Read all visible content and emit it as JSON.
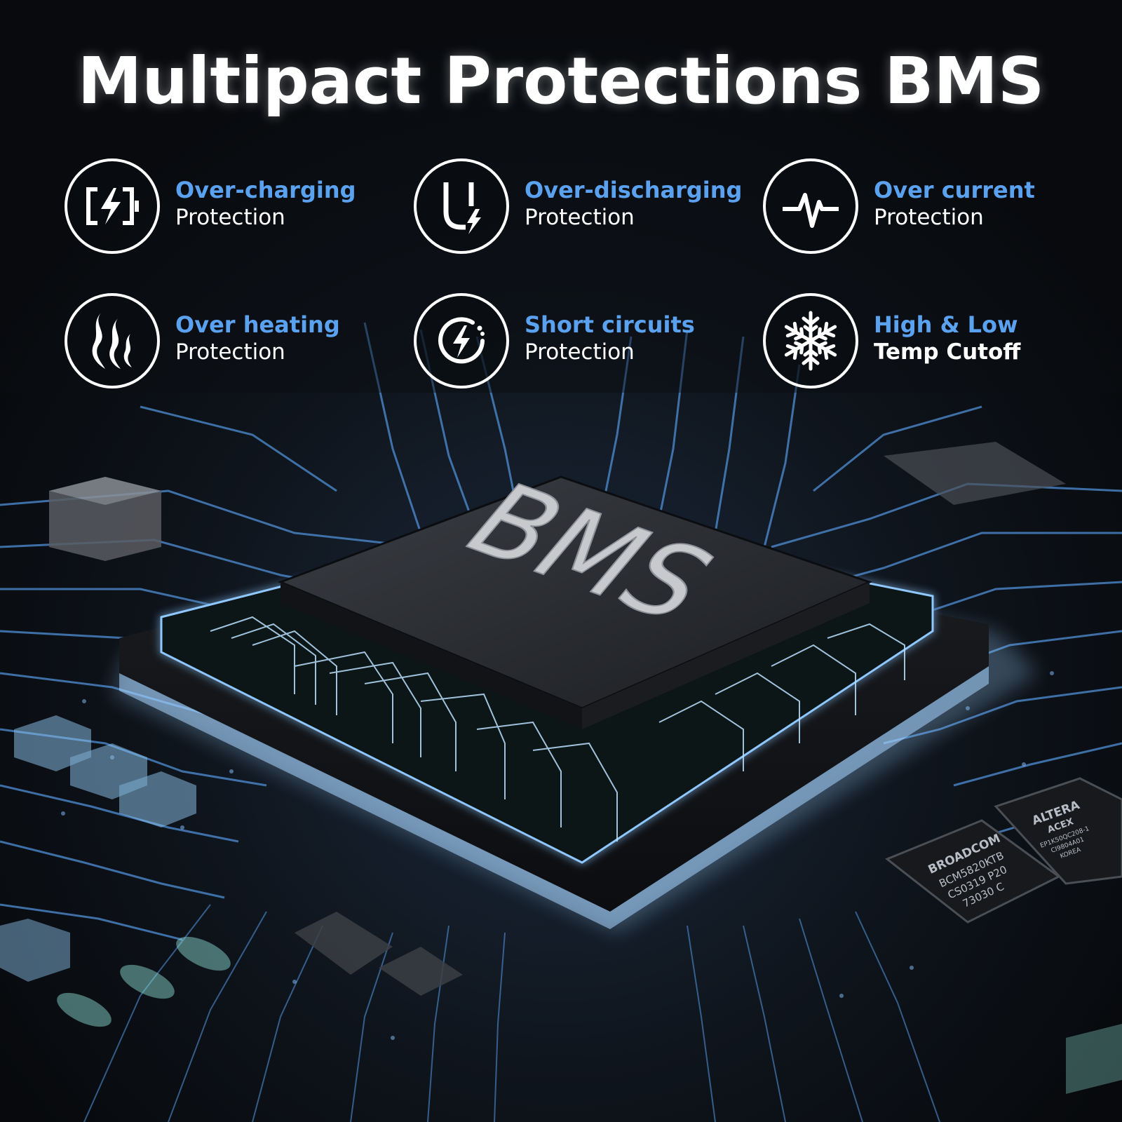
{
  "title": "Multipact Protections BMS",
  "features": [
    {
      "line1": "Over-charging",
      "line2": "Protection",
      "icon": "battery-charging-icon"
    },
    {
      "line1": "Over-discharging",
      "line2": "Protection",
      "icon": "u-lightning-icon"
    },
    {
      "line1": "Over current",
      "line2": "Protection",
      "icon": "pulse-icon"
    },
    {
      "line1": "Over heating",
      "line2": "Protection",
      "icon": "heat-waves-icon"
    },
    {
      "line1": "Short circuits",
      "line2": "Protection",
      "icon": "circle-lightning-icon"
    },
    {
      "line1": "High & Low",
      "line2": "Temp Cutoff",
      "icon": "snowflake-icon"
    }
  ],
  "chip": {
    "label": "BMS"
  },
  "secondary_chips": {
    "broadcom": {
      "brand": "BROADCOM",
      "line1": "BCM5820KTB",
      "line2": "CS0319 P20",
      "line3": "73030 C"
    },
    "altera": {
      "brand": "ALTERA",
      "line1": "ACEX",
      "line2": "EP1K50QC208-1",
      "line3": "CI9804A01",
      "line4": "KOREA"
    }
  },
  "colors": {
    "accent": "#5aa2f0",
    "trace": "#4f8fd6",
    "background": "#0b0d11"
  }
}
